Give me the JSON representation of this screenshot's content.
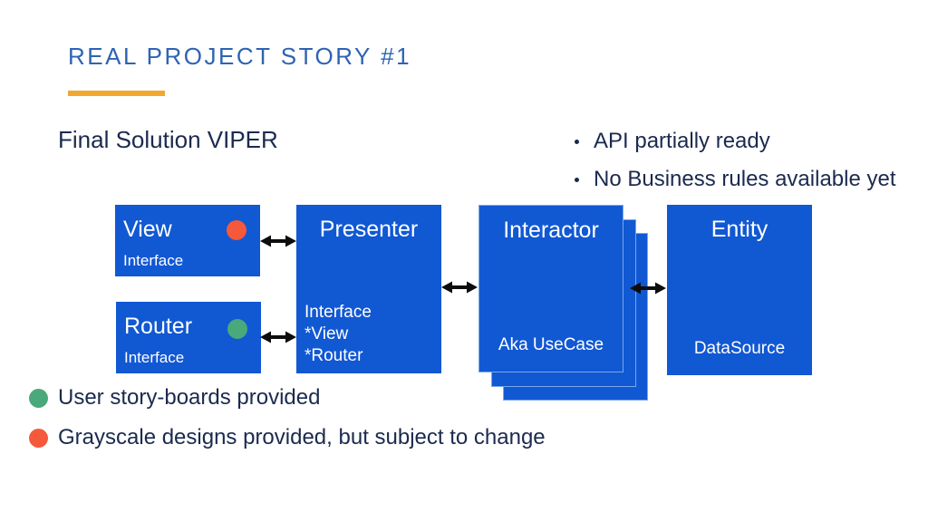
{
  "slide": {
    "title": "REAL PROJECT STORY #1",
    "subtitle": "Final Solution VIPER",
    "bullets": [
      "API partially ready",
      "No Business rules available yet"
    ]
  },
  "diagram": {
    "boxes": {
      "view": {
        "title": "View",
        "subtitle": "Interface",
        "marker": "orange"
      },
      "router": {
        "title": "Router",
        "subtitle": "Interface",
        "marker": "green"
      },
      "presenter": {
        "title": "Presenter",
        "lines": [
          "Interface",
          "*View",
          "*Router"
        ]
      },
      "interactor": {
        "title": "Interactor",
        "subtitle": "Aka UseCase",
        "stacked_layers": 3
      },
      "entity": {
        "title": "Entity",
        "subtitle": "DataSource"
      }
    },
    "connections": [
      "View <-> Presenter",
      "Router <-> Presenter",
      "Presenter <-> Interactor",
      "Interactor <-> Entity"
    ]
  },
  "legend": [
    {
      "color": "green",
      "label": "User story-boards provided"
    },
    {
      "color": "orange",
      "label": "Grayscale designs provided, but subject to change"
    }
  ],
  "colors": {
    "box_blue": "#1158d3",
    "stack_border": "#79a6ec",
    "title_blue": "#2e63b2",
    "body_navy": "#1b2a4e",
    "accent_rule_orange": "#f2a72e",
    "marker_orange": "#f4593b",
    "marker_green": "#4aa97a",
    "arrow_black": "#0d0d0d",
    "background": "#ffffff"
  }
}
